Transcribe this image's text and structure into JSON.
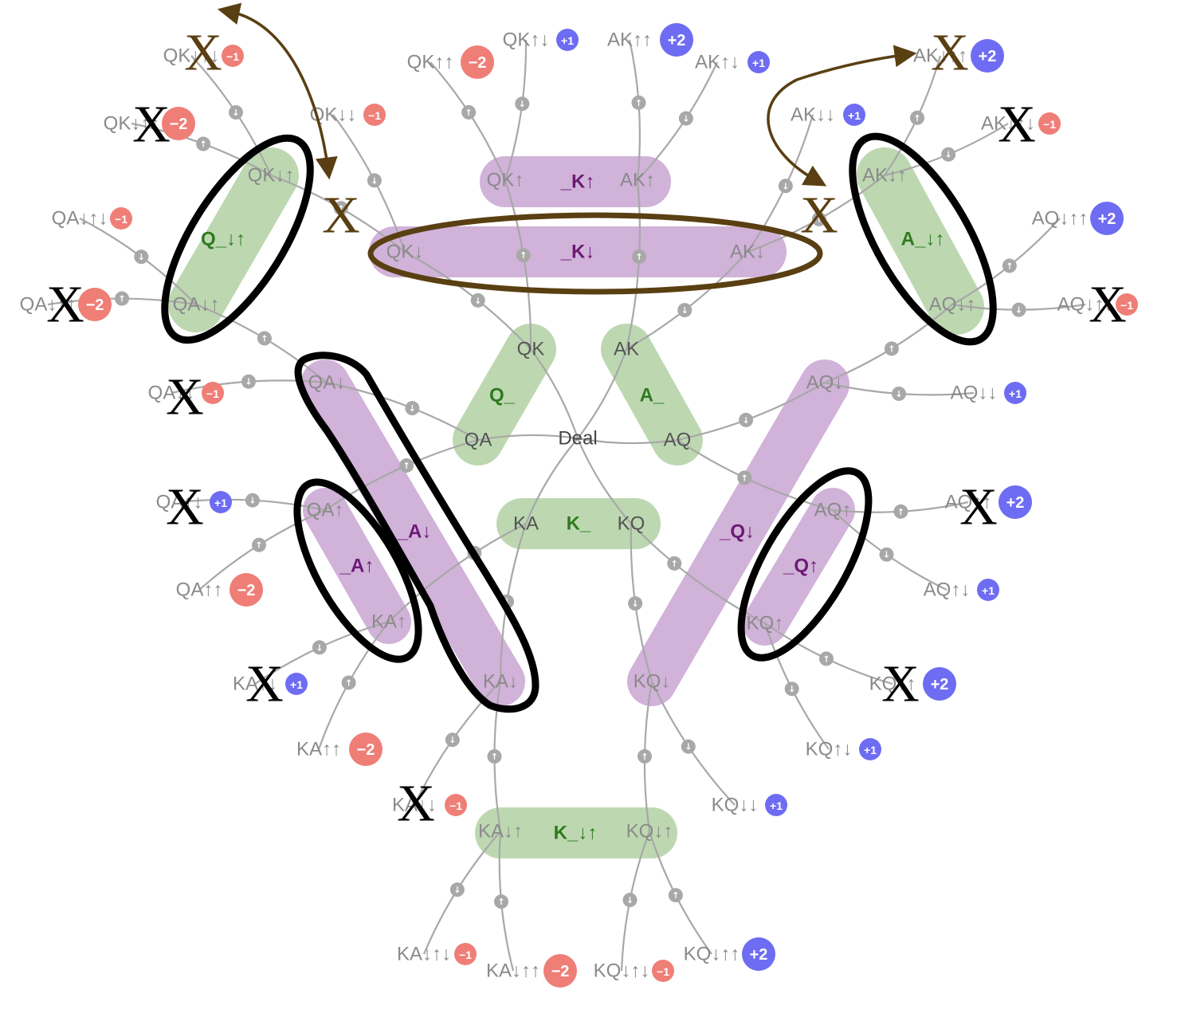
{
  "root": {
    "label": "Deal"
  },
  "colors": {
    "edge": "#a8a8a8",
    "node_text": "#8a8a8a",
    "action_dot": "#a8a8a8",
    "info_set_green": "#b9d6ad",
    "info_set_purple": "#cfaed7",
    "info_set_green_text": "#2f7a1f",
    "info_set_purple_text": "#6b1a74",
    "payoff_positive": "#6e6cf2",
    "payoff_negative": "#ef7e77",
    "annotation_black": "#000000",
    "annotation_brown": "#5a3f12"
  },
  "action_icons": {
    "up": "↑",
    "down": "↓"
  },
  "deals": [
    {
      "id": "QK",
      "label": "QK"
    },
    {
      "id": "AK",
      "label": "AK"
    },
    {
      "id": "QA",
      "label": "QA"
    },
    {
      "id": "AQ",
      "label": "AQ"
    },
    {
      "id": "KA",
      "label": "KA"
    },
    {
      "id": "KQ",
      "label": "KQ"
    }
  ],
  "first_moves": [
    {
      "id": "QKu",
      "label": "QK↑"
    },
    {
      "id": "QKd",
      "label": "QK↓"
    },
    {
      "id": "AKu",
      "label": "AK↑"
    },
    {
      "id": "AKd",
      "label": "AK↓"
    },
    {
      "id": "QAu",
      "label": "QA↑"
    },
    {
      "id": "QAd",
      "label": "QA↓"
    },
    {
      "id": "AQu",
      "label": "AQ↑"
    },
    {
      "id": "AQd",
      "label": "AQ↓"
    },
    {
      "id": "KAu",
      "label": "KA↑"
    },
    {
      "id": "KAd",
      "label": "KA↓"
    },
    {
      "id": "KQu",
      "label": "KQ↑"
    },
    {
      "id": "KQd",
      "label": "KQ↓"
    }
  ],
  "second_moves": [
    {
      "id": "QKdu",
      "label": "QK↓↑"
    },
    {
      "id": "AKdu",
      "label": "AK↓↑"
    },
    {
      "id": "QAdu",
      "label": "QA↓↑"
    },
    {
      "id": "AQdu",
      "label": "AQ↓↑"
    },
    {
      "id": "KAdu",
      "label": "KA↓↑"
    },
    {
      "id": "KQdu",
      "label": "KQ↓↑"
    }
  ],
  "terminals": [
    {
      "id": "QKud",
      "label": "QK↑↓",
      "payoff": "+1"
    },
    {
      "id": "QKuu",
      "label": "QK↑↑",
      "payoff": "−2"
    },
    {
      "id": "AKuu",
      "label": "AK↑↑",
      "payoff": "+2"
    },
    {
      "id": "AKud",
      "label": "AK↑↓",
      "payoff": "+1"
    },
    {
      "id": "QKdud",
      "label": "QK↓↑↓",
      "payoff": "−1"
    },
    {
      "id": "QKduu",
      "label": "QK↓↑↑",
      "payoff": "−2"
    },
    {
      "id": "QKdd",
      "label": "QK↓↓",
      "payoff": "−1"
    },
    {
      "id": "AKduu",
      "label": "AK↓↑↑",
      "payoff": "+2"
    },
    {
      "id": "AKdd",
      "label": "AK↓↓",
      "payoff": "+1"
    },
    {
      "id": "AKdud",
      "label": "AK↓↑↓",
      "payoff": "−1"
    },
    {
      "id": "QAdud",
      "label": "QA↓↑↓",
      "payoff": "−1"
    },
    {
      "id": "QAduu",
      "label": "QA↓↑↑",
      "payoff": "−2"
    },
    {
      "id": "QAdd",
      "label": "QA↓↓",
      "payoff": "−1"
    },
    {
      "id": "AQduu",
      "label": "AQ↓↑↑",
      "payoff": "+2"
    },
    {
      "id": "AQdud",
      "label": "AQ↓↑↓",
      "payoff": "−1"
    },
    {
      "id": "AQdd",
      "label": "AQ↓↓",
      "payoff": "+1"
    },
    {
      "id": "QAud",
      "label": "QA↑↓",
      "payoff": "+1"
    },
    {
      "id": "QAuu",
      "label": "QA↑↑",
      "payoff": "−2"
    },
    {
      "id": "AQuu",
      "label": "AQ↑↑",
      "payoff": "+2"
    },
    {
      "id": "AQud",
      "label": "AQ↑↓",
      "payoff": "+1"
    },
    {
      "id": "KAud",
      "label": "KA↑↓",
      "payoff": "+1"
    },
    {
      "id": "KAuu",
      "label": "KA↑↑",
      "payoff": "−2"
    },
    {
      "id": "KQuu",
      "label": "KQ↑↑",
      "payoff": "+2"
    },
    {
      "id": "KQud",
      "label": "KQ↑↓",
      "payoff": "+1"
    },
    {
      "id": "KAdd",
      "label": "KA↓↓",
      "payoff": "−1"
    },
    {
      "id": "KQdd",
      "label": "KQ↓↓",
      "payoff": "+1"
    },
    {
      "id": "KAdud",
      "label": "KA↓↑↓",
      "payoff": "−1"
    },
    {
      "id": "KAduu",
      "label": "KA↓↑↑",
      "payoff": "−2"
    },
    {
      "id": "KQdud",
      "label": "KQ↓↑↓",
      "payoff": "−1"
    },
    {
      "id": "KQduu",
      "label": "KQ↓↑↑",
      "payoff": "+2"
    }
  ],
  "info_sets": [
    {
      "id": "K_u",
      "label": "_K↑",
      "kind": "purple"
    },
    {
      "id": "K_d",
      "label": "_K↓",
      "kind": "purple"
    },
    {
      "id": "Qdu",
      "label": "Q_↓↑",
      "kind": "green"
    },
    {
      "id": "Adu",
      "label": "A_↓↑",
      "kind": "green"
    },
    {
      "id": "Q_",
      "label": "Q_",
      "kind": "green"
    },
    {
      "id": "A_",
      "label": "A_",
      "kind": "green"
    },
    {
      "id": "K_",
      "label": "K_",
      "kind": "green"
    },
    {
      "id": "_Ad",
      "label": "_A↓",
      "kind": "purple"
    },
    {
      "id": "_Au",
      "label": "_A↑",
      "kind": "purple"
    },
    {
      "id": "_Qd",
      "label": "_Q↓",
      "kind": "purple"
    },
    {
      "id": "_Qu",
      "label": "_Q↑",
      "kind": "purple"
    },
    {
      "id": "Kdu",
      "label": "K_↓↑",
      "kind": "green"
    }
  ],
  "annotations": {
    "cross": "X"
  }
}
